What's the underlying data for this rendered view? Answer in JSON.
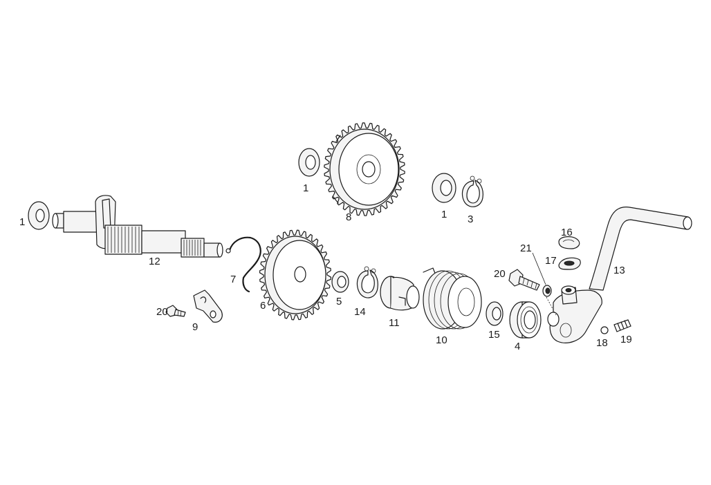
{
  "labels": {
    "washer_top": "1",
    "washer_mid": "1",
    "washer_left": "1",
    "circlip_top": "3",
    "bearing": "4",
    "spacer": "5",
    "gear_lower": "6",
    "wire_spring": "7",
    "gear_upper": "8",
    "ratchet": "9",
    "coil_spring": "10",
    "bushing": "11",
    "shaft": "12",
    "kick_lever": "13",
    "circlip_mid": "14",
    "washer_small": "15",
    "seal_top": "16",
    "seal_lower": "17",
    "ball": "18",
    "detent_spring": "19",
    "bolt_large": "20",
    "bolt_small": "20",
    "nut": "21"
  }
}
